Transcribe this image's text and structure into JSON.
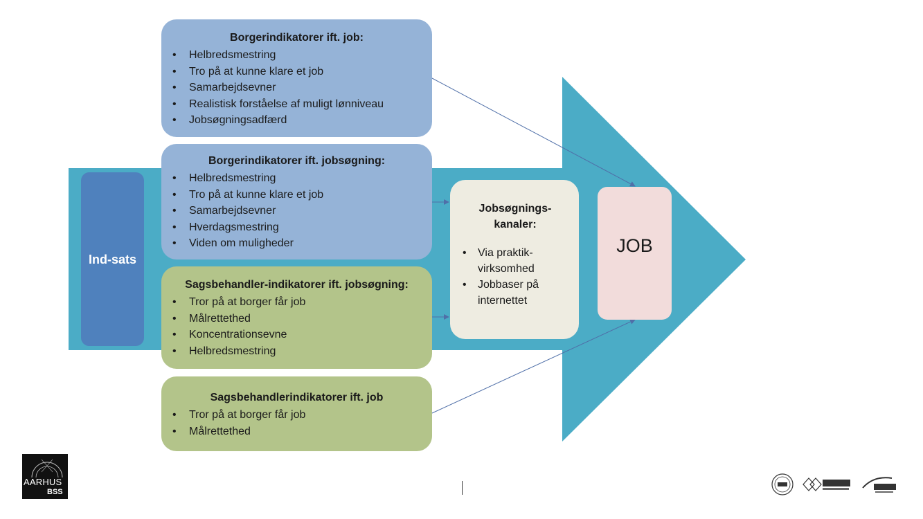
{
  "boxes": {
    "citizen_job": {
      "title": "Borgerindikatorer ift. job:",
      "items": [
        "Helbredsmestring",
        "Tro på at kunne klare et job",
        "Samarbejdsevner",
        "Realistisk forståelse af muligt lønniveau",
        "Jobsøgningsadfærd"
      ]
    },
    "citizen_jobsearch": {
      "title": "Borgerindikatorer ift. jobsøgning:",
      "items": [
        "Helbredsmestring",
        "Tro på at kunne klare et job",
        "Samarbejdsevner",
        "Hverdagsmestring",
        "Viden om muligheder"
      ]
    },
    "caseworker_jobsearch": {
      "title": "Sagsbehandler-indikatorer ift. jobsøgning:",
      "items": [
        "Tror på at borger får job",
        "Målrettethed",
        "Koncentrationsevne",
        "Helbredsmestring"
      ]
    },
    "caseworker_job": {
      "title": "Sagsbehandlerindikatorer ift. job",
      "items": [
        "Tror på at borger får job",
        "Målrettethed"
      ]
    }
  },
  "indsats": "Ind-sats",
  "channels": {
    "title": "Jobsøgnings-kanaler:",
    "items": [
      "Via praktik-virksomhed",
      "Jobbaser på internettet"
    ]
  },
  "job": "JOB",
  "logo": {
    "line1": "AARHUS",
    "line2": "BSS"
  },
  "colors": {
    "arrow": "#4bacc6",
    "blue_box": "#95b3d7",
    "green_box": "#b3c48a",
    "indsats": "#4f81bd",
    "channels": "#eeece1",
    "job": "#f2dcdb"
  }
}
